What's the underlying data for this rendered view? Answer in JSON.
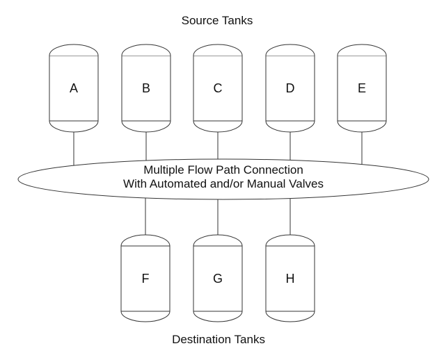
{
  "diagram": {
    "top_label": "Source Tanks",
    "bottom_label": "Destination Tanks",
    "hub": {
      "line1": "Multiple Flow Path Connection",
      "line2": "With Automated and/or Manual Valves"
    },
    "source_tanks": [
      "A",
      "B",
      "C",
      "D",
      "E"
    ],
    "destination_tanks": [
      "F",
      "G",
      "H"
    ]
  },
  "colors": {
    "line": "#333333",
    "background": "#ffffff",
    "text": "#111111"
  }
}
